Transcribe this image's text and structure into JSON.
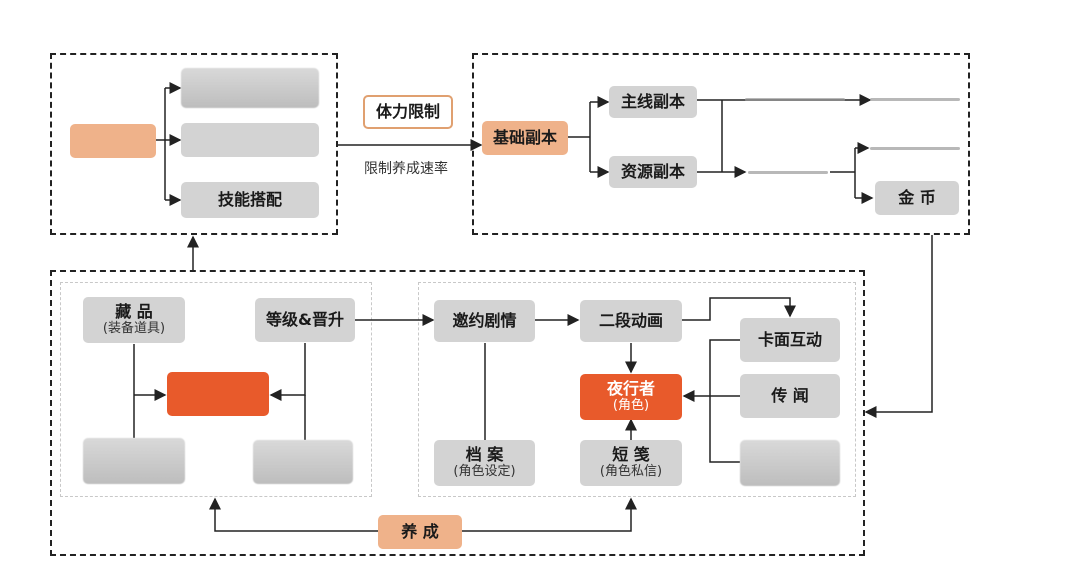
{
  "watermark": "",
  "nodes": {
    "stamina": "体力限制",
    "growth_rate": "限制养成速率",
    "skill": "技能搭配",
    "base_dungeon": "基础副本",
    "main_dungeon": "主线副本",
    "resource_dungeon": "资源副本",
    "gold": "金 币",
    "collection": "藏 品",
    "collection_sub": "(装备道具)",
    "level": "等级&晋升",
    "invite": "邀约剧情",
    "anim": "二段动画",
    "card": "卡面互动",
    "rumor": "传 闻",
    "walker": "夜行者",
    "walker_sub": "(角色)",
    "file": "档 案",
    "file_sub": "(角色设定)",
    "note": "短 笺",
    "note_sub": "(角色私信)",
    "nurture": "养 成"
  },
  "colors": {
    "accent": "#e85a2b",
    "peach": "#efb28a",
    "gray": "#d3d3d3"
  }
}
